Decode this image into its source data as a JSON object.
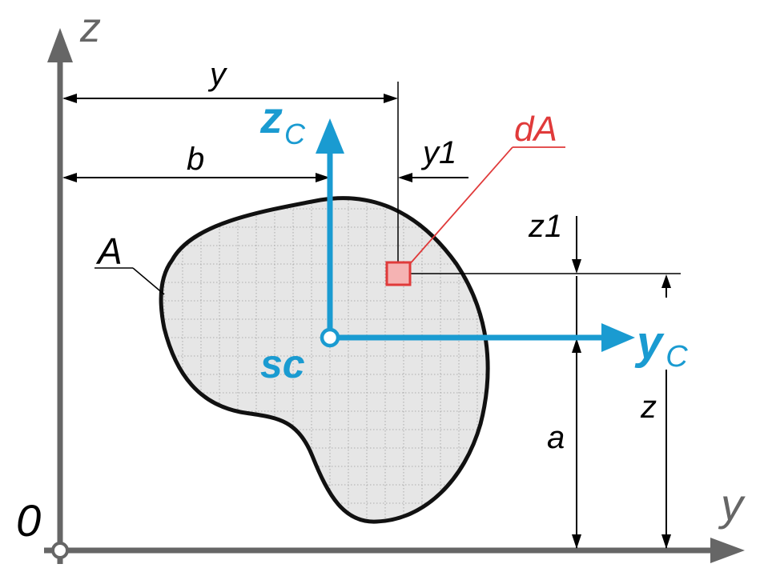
{
  "labels": {
    "axis_z": "z",
    "axis_y": "y",
    "origin": "0",
    "centroid_z": "z",
    "centroid_z_sub": "C",
    "centroid_y": "y",
    "centroid_y_sub": "C",
    "centroid": "sc",
    "area": "A",
    "element": "dA",
    "dim_y": "y",
    "dim_b": "b",
    "dim_y1": "y1",
    "dim_z1": "z1",
    "dim_a": "a",
    "dim_z": "z"
  },
  "colors": {
    "axes": "#666666",
    "centroid_axes": "#1a9bd1",
    "element": "#e03a3a",
    "element_fill": "#f5b3b3",
    "shape_fill": "#e6e6e6",
    "outline": "#111111"
  }
}
